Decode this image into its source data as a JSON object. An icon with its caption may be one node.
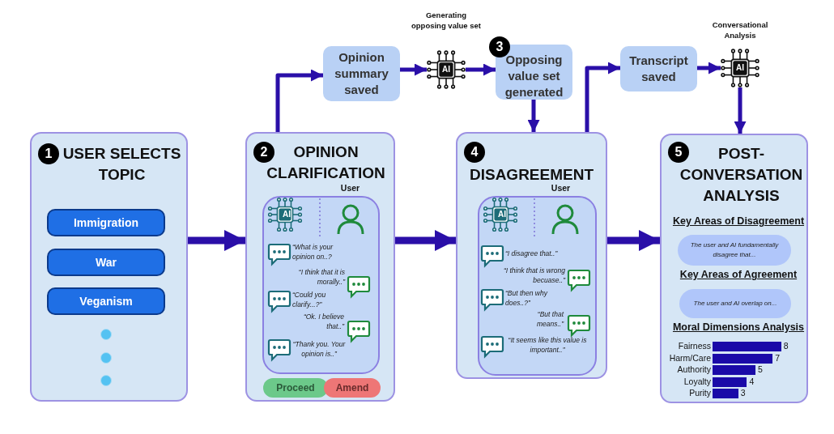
{
  "diagram": {
    "nodes": [
      {
        "text": [
          "1",
          "USER SELECTS TOPIC"
        ]
      },
      {
        "text": [
          "Immigration"
        ],
        "in": 0
      },
      {
        "text": [
          "War"
        ],
        "in": 0
      },
      {
        "text": [
          "Veganism"
        ],
        "in": 0
      },
      {
        "text": [],
        "shape": "circle",
        "in": 0
      },
      {
        "text": [],
        "shape": "circle",
        "in": 0
      },
      {
        "text": [],
        "shape": "circle",
        "in": 0
      },
      {
        "text": [
          "2",
          "OPINION CLARIFICATION"
        ]
      },
      {
        "text": [],
        "shape": "box",
        "in": 7,
        "beside": [
          "User"
        ]
      },
      {
        "text": [
          "Proceed"
        ],
        "in": 7
      },
      {
        "text": [
          "Amend"
        ],
        "in": 7
      },
      {
        "text": [
          "Opinion summary saved"
        ]
      },
      {
        "text": [
          "AI"
        ]
      },
      {
        "text": [
          "3",
          "Opposing value set generated"
        ]
      },
      {
        "text": [
          "4",
          "DISAGREEMENT"
        ]
      },
      {
        "text": [],
        "shape": "box",
        "in": 14,
        "beside": [
          "User"
        ]
      },
      {
        "text": [
          "Transcript saved"
        ]
      },
      {
        "text": [
          "AI"
        ]
      },
      {
        "text": [
          "5",
          "POST-CONVERSATION ANALYSIS"
        ]
      },
      {
        "text": [
          "The user and AI fundamentally disagree that..."
        ],
        "in": 18,
        "beside": [
          "Key Areas of Disagreement"
        ]
      },
      {
        "text": [
          "The user and AI overlap on..."
        ],
        "in": 18,
        "beside": [
          "Key Areas of Agreement"
        ]
      }
    ],
    "edges": [
      {
        "from": 0,
        "to": 7,
        "arrow": "to",
        "style": "thick"
      },
      {
        "from": 7,
        "to": 11,
        "arrow": "to"
      },
      {
        "from": 11,
        "to": 12,
        "arrow": "to"
      },
      {
        "from": 12,
        "to": 13,
        "arrow": "to"
      },
      {
        "from": 13,
        "to": 14,
        "arrow": "to"
      },
      {
        "from": 7,
        "to": 14,
        "arrow": "to",
        "style": "thick"
      },
      {
        "from": 14,
        "to": 16,
        "arrow": "to"
      },
      {
        "from": 16,
        "to": 17,
        "arrow": "to"
      },
      {
        "from": 17,
        "to": 18,
        "arrow": "to"
      },
      {
        "from": 14,
        "to": 18,
        "arrow": "to",
        "style": "thick"
      }
    ],
    "labels": [
      "Generating opposing value set",
      "Conversational Analysis",
      "AI",
      "“What is your opinion on..?",
      "“I think that it is morally..”",
      "“Could you clarify...?”",
      "“Ok. I believe that..”",
      "“Thank you. Your opinion is..”",
      "AI",
      "“I disagree that..”",
      "“I think that is wrong becuase..”",
      "“But then why does..?”",
      "“But that means..”",
      "“It seems like this value is important..”"
    ],
    "chart_data": {
      "type": "bar",
      "orientation": "horizontal",
      "title": "Moral Dimensions Analysis",
      "categories": [
        "Fairness",
        "Harm/Care",
        "Authority",
        "Loyalty",
        "Purity"
      ],
      "series": [
        {
          "color": "#1a0aa8",
          "values": [
            8,
            7,
            5,
            4,
            3
          ]
        }
      ],
      "data_labels": true
    }
  }
}
